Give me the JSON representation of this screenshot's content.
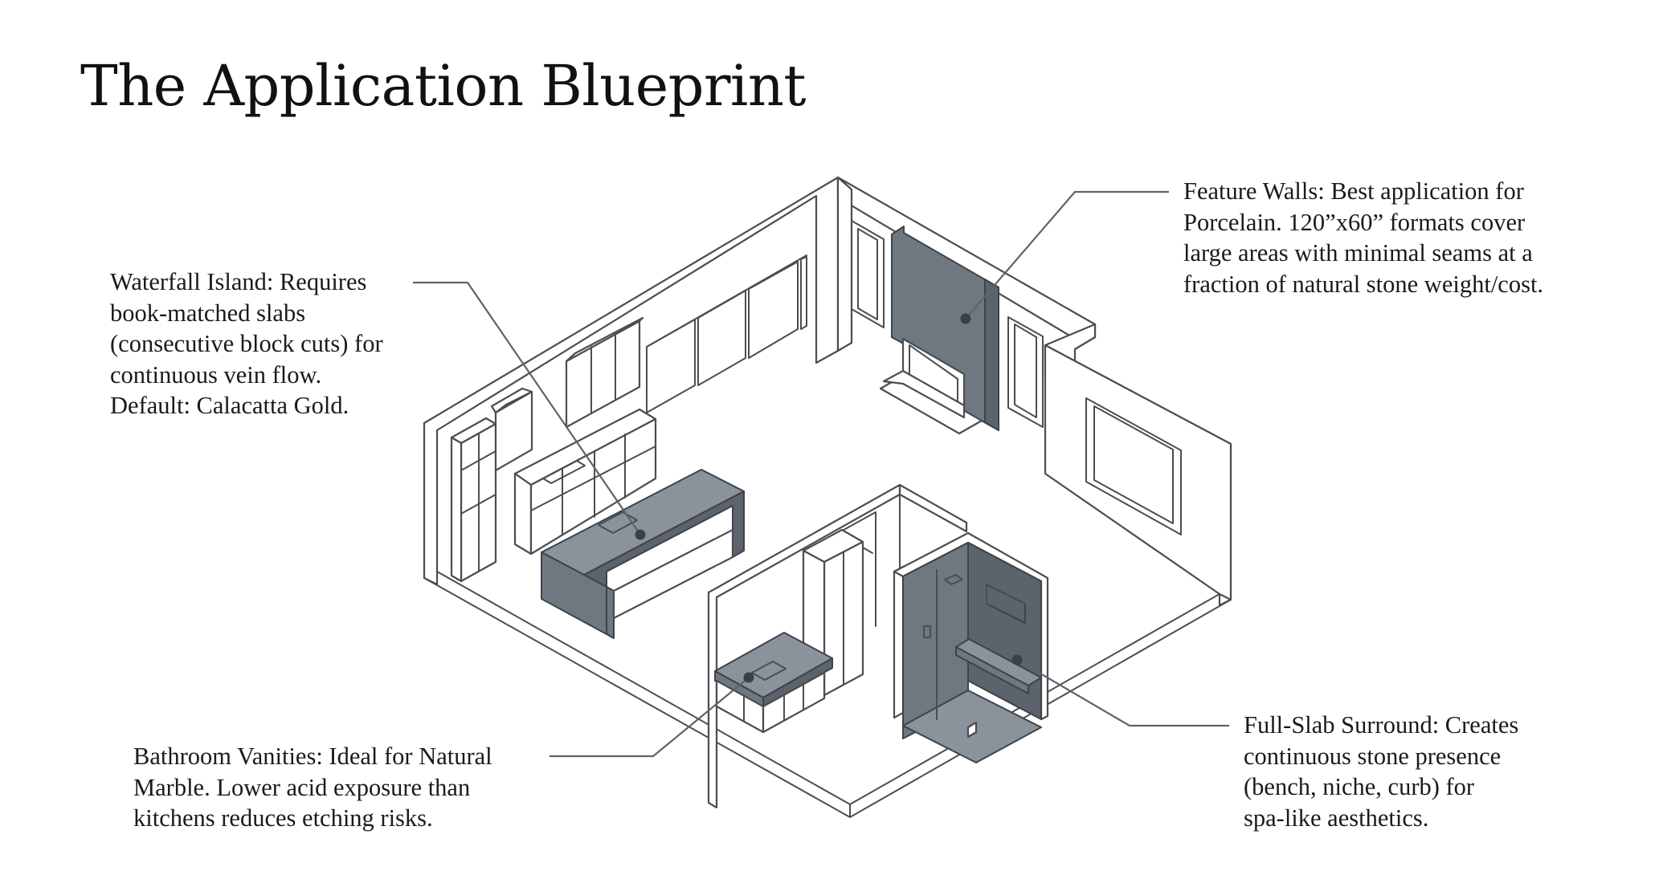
{
  "title": "The Application Blueprint",
  "callouts": {
    "waterfall_island": {
      "lines": [
        "Waterfall Island: Requires",
        "book-matched slabs",
        "(consecutive block cuts) for",
        "continuous vein flow.",
        "Default: Calacatta Gold."
      ]
    },
    "feature_walls": {
      "lines": [
        "Feature Walls: Best application for",
        "Porcelain. 120”x60” formats cover",
        "large areas with minimal seams at a",
        "fraction of natural stone weight/cost."
      ]
    },
    "bathroom_vanities": {
      "lines": [
        "Bathroom Vanities: Ideal for Natural",
        "Marble. Lower acid exposure than",
        "kitchens reduces etching risks."
      ]
    },
    "full_slab_surround": {
      "lines": [
        "Full-Slab Surround: Creates",
        "continuous stone presence",
        "(bench, niche, curb) for",
        "spa-like aesthetics."
      ]
    }
  },
  "colors": {
    "stone": "#6f7781",
    "line": "#4a4d52",
    "text": "#1a1a1a"
  }
}
